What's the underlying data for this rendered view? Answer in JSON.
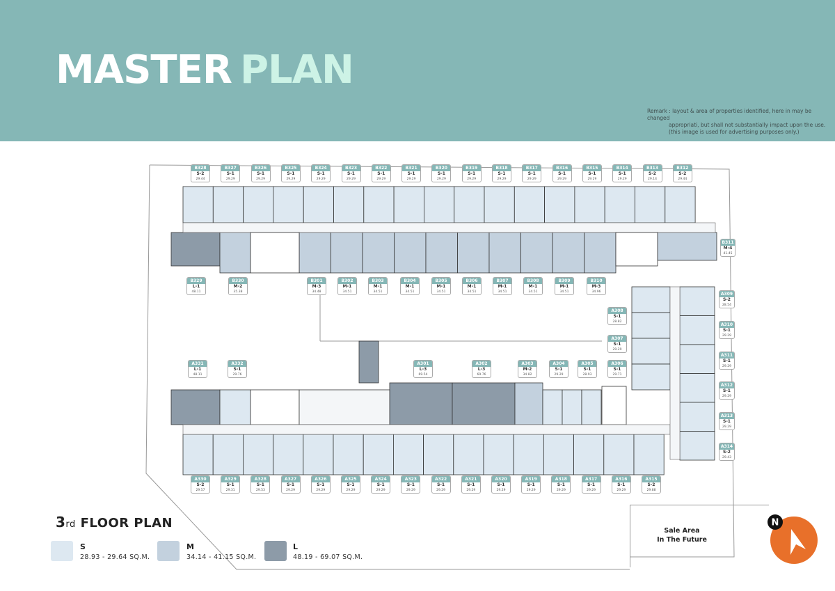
{
  "header": {
    "title_part1": "MASTER",
    "title_part2": "PLAN",
    "remark_lines": [
      "Remark : layout & area of properties identified, here in may be changed",
      "appropriati, but shall not substantially impact upon the use.",
      "(this image is used for advertising purposes only.)"
    ]
  },
  "colors": {
    "header_bg": "#85b7b6",
    "unit_s": "#dde8f1",
    "unit_m": "#c3d1de",
    "unit_l": "#8d9ba8",
    "accent": "#cdf3e6",
    "compass": "#e8702a"
  },
  "plan_top_units": [
    {
      "code": "B328",
      "type": "S-2",
      "area": "29.44 SQ.M."
    },
    {
      "code": "B327",
      "type": "S-1",
      "area": "29.29 SQ.M."
    },
    {
      "code": "B326",
      "type": "S-1",
      "area": "29.29 SQ.M."
    },
    {
      "code": "B325",
      "type": "S-1",
      "area": "29.29 SQ.M."
    },
    {
      "code": "B324",
      "type": "S-1",
      "area": "29.29 SQ.M."
    },
    {
      "code": "B323",
      "type": "S-1",
      "area": "29.29 SQ.M."
    },
    {
      "code": "B322",
      "type": "S-1",
      "area": "29.29 SQ.M."
    },
    {
      "code": "B321",
      "type": "S-1",
      "area": "29.29 SQ.M."
    },
    {
      "code": "B320",
      "type": "S-1",
      "area": "29.29 SQ.M."
    },
    {
      "code": "B319",
      "type": "S-1",
      "area": "29.29 SQ.M."
    },
    {
      "code": "B318",
      "type": "S-1",
      "area": "29.29 SQ.M."
    },
    {
      "code": "B317",
      "type": "S-1",
      "area": "29.29 SQ.M."
    },
    {
      "code": "B316",
      "type": "S-1",
      "area": "29.29 SQ.M."
    },
    {
      "code": "B315",
      "type": "S-1",
      "area": "29.29 SQ.M."
    },
    {
      "code": "B314",
      "type": "S-1",
      "area": "29.29 SQ.M."
    },
    {
      "code": "B313",
      "type": "S-2",
      "area": "29.14 SQ.M."
    },
    {
      "code": "B312",
      "type": "S-2",
      "area": "29.44 SQ.M."
    }
  ],
  "plan_mid_b_units": [
    {
      "code": "B329",
      "type": "L-1",
      "area": "48.11 SQ.M."
    },
    {
      "code": "B330",
      "type": "M-2",
      "area": "35.38 SQ.M."
    },
    {
      "code": "B301",
      "type": "M-3",
      "area": "34.48 SQ.M."
    },
    {
      "code": "B302",
      "type": "M-1",
      "area": "34.51 SQ.M."
    },
    {
      "code": "B303",
      "type": "M-1",
      "area": "34.51 SQ.M."
    },
    {
      "code": "B304",
      "type": "M-1",
      "area": "34.51 SQ.M."
    },
    {
      "code": "B305",
      "type": "M-1",
      "area": "34.51 SQ.M."
    },
    {
      "code": "B306",
      "type": "M-1",
      "area": "34.51 SQ.M."
    },
    {
      "code": "B307",
      "type": "M-1",
      "area": "34.51 SQ.M."
    },
    {
      "code": "B308",
      "type": "M-1",
      "area": "34.51 SQ.M."
    },
    {
      "code": "B309",
      "type": "M-1",
      "area": "34.51 SQ.M."
    },
    {
      "code": "B310",
      "type": "M-3",
      "area": "34.96 SQ.M."
    }
  ],
  "plan_b311": {
    "code": "B311",
    "type": "M-4",
    "area": "41.45 SQ.M."
  },
  "plan_mid_a_units": [
    {
      "code": "A331",
      "type": "L-1",
      "area": "48.11 SQ.M."
    },
    {
      "code": "A332",
      "type": "S-1",
      "area": "29.76 SQ.M."
    },
    {
      "code": "A301",
      "type": "L-3",
      "area": "69.54 SQ.M."
    },
    {
      "code": "A302",
      "type": "L-3",
      "area": "69.76 SQ.M."
    },
    {
      "code": "A303",
      "type": "M-2",
      "area": "34.82 SQ.M."
    },
    {
      "code": "A304",
      "type": "S-1",
      "area": "29.29 SQ.M."
    },
    {
      "code": "A305",
      "type": "S-1",
      "area": "28.93 SQ.M."
    },
    {
      "code": "A306",
      "type": "S-1",
      "area": "29.71 SQ.M."
    }
  ],
  "plan_a_inner_units": [
    {
      "code": "A308",
      "type": "S-1",
      "area": "28.82 SQ.M."
    },
    {
      "code": "A307",
      "type": "S-1",
      "area": "29.29 SQ.M."
    }
  ],
  "plan_a_right_units": [
    {
      "code": "A309",
      "type": "S-2",
      "area": "28.54 SQ.M."
    },
    {
      "code": "A310",
      "type": "S-1",
      "area": "29.29 SQ.M."
    },
    {
      "code": "A311",
      "type": "S-1",
      "area": "29.29 SQ.M."
    },
    {
      "code": "A312",
      "type": "S-1",
      "area": "29.29 SQ.M."
    },
    {
      "code": "A313",
      "type": "S-1",
      "area": "29.29 SQ.M."
    },
    {
      "code": "A314",
      "type": "S-2",
      "area": "29.43 SQ.M."
    }
  ],
  "plan_bottom_units": [
    {
      "code": "A330",
      "type": "S-2",
      "area": "29.57 SQ.M."
    },
    {
      "code": "A329",
      "type": "S-1",
      "area": "29.31 SQ.M."
    },
    {
      "code": "A328",
      "type": "S-1",
      "area": "29.53 SQ.M."
    },
    {
      "code": "A327",
      "type": "S-1",
      "area": "29.29 SQ.M."
    },
    {
      "code": "A326",
      "type": "S-1",
      "area": "29.29 SQ.M."
    },
    {
      "code": "A325",
      "type": "S-1",
      "area": "29.29 SQ.M."
    },
    {
      "code": "A324",
      "type": "S-1",
      "area": "29.29 SQ.M."
    },
    {
      "code": "A323",
      "type": "S-1",
      "area": "29.29 SQ.M."
    },
    {
      "code": "A322",
      "type": "S-1",
      "area": "29.29 SQ.M."
    },
    {
      "code": "A321",
      "type": "S-1",
      "area": "29.29 SQ.M."
    },
    {
      "code": "A320",
      "type": "S-1",
      "area": "29.29 SQ.M."
    },
    {
      "code": "A319",
      "type": "S-1",
      "area": "29.29 SQ.M."
    },
    {
      "code": "A318",
      "type": "S-1",
      "area": "29.29 SQ.M."
    },
    {
      "code": "A317",
      "type": "S-1",
      "area": "29.29 SQ.M."
    },
    {
      "code": "A316",
      "type": "S-1",
      "area": "29.29 SQ.M."
    },
    {
      "code": "A315",
      "type": "S-2",
      "area": "29.88 SQ.M."
    }
  ],
  "floor": {
    "num": "3",
    "suffix": "rd",
    "label": "FLOOR PLAN"
  },
  "legend": [
    {
      "name": "S",
      "range": "28.93 - 29.64 SQ.M."
    },
    {
      "name": "M",
      "range": "34.14 - 41.15 SQ.M."
    },
    {
      "name": "L",
      "range": "48.19 - 69.07 SQ.M."
    }
  ],
  "sale_area": {
    "line1": "Sale Area",
    "line2": "In The Future"
  },
  "compass": {
    "letter": "N"
  }
}
